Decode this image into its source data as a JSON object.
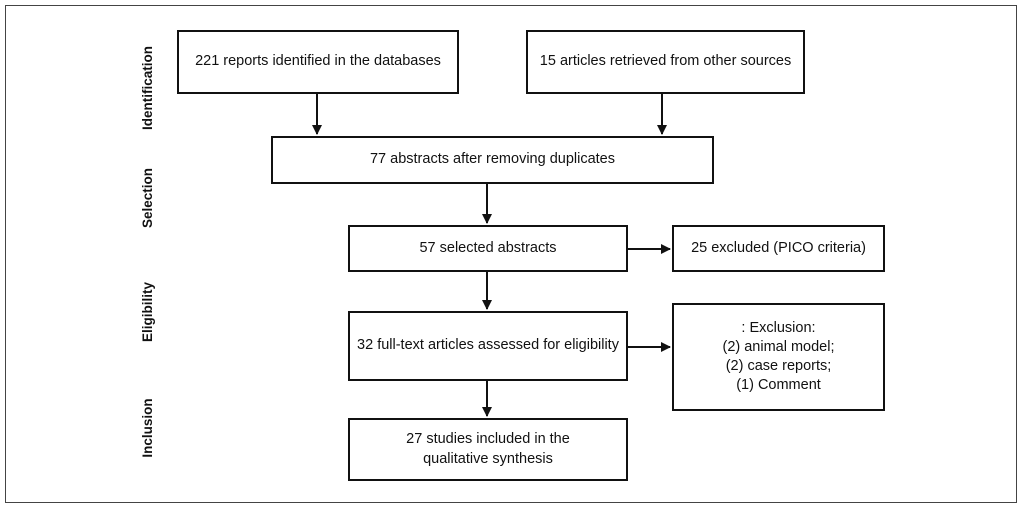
{
  "stages": {
    "identification": "Identification",
    "selection": "Selection",
    "eligibility": "Eligibility",
    "inclusion": "Inclusion"
  },
  "boxes": {
    "databases": "221 reports identified in the databases",
    "other_sources": "15 articles retrieved from other sources",
    "after_duplicates": "77 abstracts after removing duplicates",
    "selected_abstracts": "57 selected abstracts",
    "excluded_pico": "25 excluded (PICO criteria)",
    "full_text": "32 full-text articles assessed for eligibility",
    "exclusion": {
      "title": ": Exclusion:",
      "reasons": [
        "(2) animal model;",
        "(2) case reports;",
        "(1) Comment"
      ]
    },
    "included": {
      "line1": "27 studies included in the",
      "line2": "qualitative synthesis"
    }
  }
}
